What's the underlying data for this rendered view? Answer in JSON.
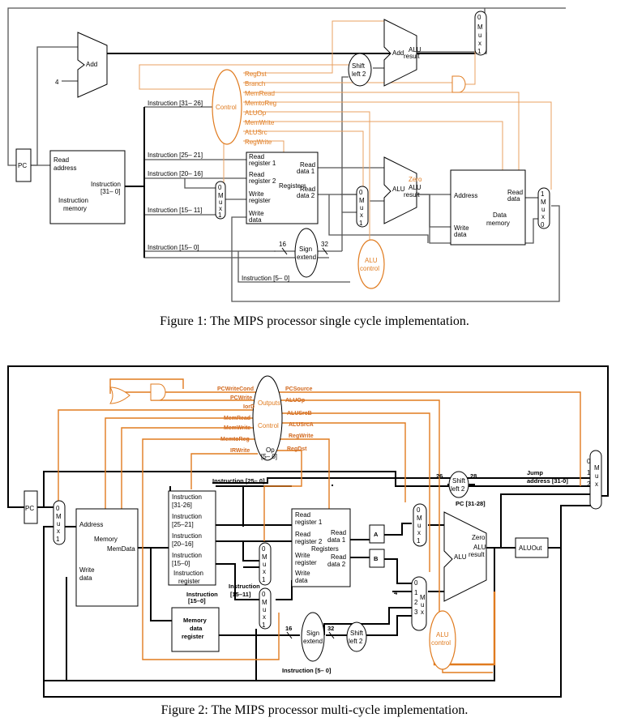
{
  "figure1": {
    "caption": "Figure 1: The MIPS processor single cycle implementation.",
    "pc": "PC",
    "add": "Add",
    "four": "4",
    "instr_mem": {
      "read_address": "Read",
      "read_address2": "address",
      "instruction": "Instruction",
      "instruction_bits": "[31– 0]",
      "name1": "Instruction",
      "name2": "memory"
    },
    "control": "Control",
    "control_signals": [
      "RegDst",
      "Branch",
      "MemRead",
      "MemtoReg",
      "ALUOp",
      "MemWrite",
      "ALUSrc",
      "RegWrite"
    ],
    "instr_fields": [
      "Instruction [31– 26]",
      "Instruction [25– 21]",
      "Instruction [20– 16]",
      "Instruction [15– 11]",
      "Instruction [15– 0]",
      "Instruction [5– 0]"
    ],
    "registers": {
      "read_reg1a": "Read",
      "read_reg1b": "register 1",
      "read_reg2a": "Read",
      "read_reg2b": "register 2",
      "write_rega": "Write",
      "write_regb": "register",
      "write_data_a": "Write",
      "write_data_b": "data",
      "read_data1a": "Read",
      "read_data1b": "data 1",
      "read_data2a": "Read",
      "read_data2b": "data 2",
      "name": "Registers"
    },
    "shift_left": [
      "Shift",
      "left 2"
    ],
    "alu_add": {
      "add": "Add",
      "result1": "ALU",
      "result2": "result"
    },
    "alu": {
      "name": "ALU",
      "zero": "Zero",
      "result1": "ALU",
      "result2": "result"
    },
    "data_mem": {
      "address": "Address",
      "read_data1": "Read",
      "read_data2": "data",
      "write_data1": "Write",
      "write_data2": "data",
      "name1": "Data",
      "name2": "memory"
    },
    "sign_extend": [
      "Sign",
      "extend"
    ],
    "bits16": "16",
    "bits32": "32",
    "alu_control": [
      "ALU",
      "control"
    ],
    "mux_letters": [
      "M",
      "u",
      "x"
    ]
  },
  "figure2": {
    "caption": "Figure 2: The MIPS processor multi-cycle implementation.",
    "pc": "PC",
    "control_signals_left": [
      "PCWriteCond",
      "PCWrite",
      "IorD",
      "MemRead",
      "MemWrite",
      "MemtoReg",
      "IRWrite"
    ],
    "control_signals_right": [
      "PCSource",
      "ALUOp",
      "ALUSrcB",
      "ALUSrcA",
      "RegWrite",
      "RegDst"
    ],
    "control": {
      "outputs": "Outputs",
      "name": "Control",
      "op": "Op",
      "op_bits": "[5– 0]"
    },
    "memory": {
      "address": "Address",
      "name": "Memory",
      "memdata": "MemData",
      "write_data1": "Write",
      "write_data2": "data"
    },
    "instr_reg": {
      "f1a": "Instruction",
      "f1b": "[31-26]",
      "f2a": "Instruction",
      "f2b": "[25–21]",
      "f3a": "Instruction",
      "f3b": "[20–16]",
      "f4a": "Instruction",
      "f4b": "[15–0]",
      "name1": "Instruction",
      "name2": "register"
    },
    "instr_25_0": "Instruction [25– 0]",
    "instr_15_11a": "Instruction",
    "instr_15_11b": "[15–11]",
    "instr_15_0a": "Instruction",
    "instr_15_0b": "[15–0]",
    "instr_5_0": "Instruction [5– 0]",
    "mdr": [
      "Memory",
      "data",
      "register"
    ],
    "registers": {
      "r1a": "Read",
      "r1b": "register 1",
      "r2a": "Read",
      "r2b": "register 2",
      "wa": "Write",
      "wb": "register",
      "wda": "Write",
      "wdb": "data",
      "rd1a": "Read",
      "rd1b": "data 1",
      "rd2a": "Read",
      "rd2b": "data 2",
      "name": "Registers"
    },
    "a": "A",
    "b": "B",
    "four": "4",
    "alu": {
      "name": "ALU",
      "zero": "Zero",
      "r1": "ALU",
      "r2": "result"
    },
    "aluout": "ALUOut",
    "sign_extend": [
      "Sign",
      "extend"
    ],
    "shift_left": [
      "Shift",
      "left 2"
    ],
    "bits16": "16",
    "bits32": "32",
    "bits26": "26",
    "bits28": "28",
    "pc_31_28": "PC [31-28]",
    "jump_address": [
      "Jump",
      "address [31-0]"
    ],
    "alu_control": [
      "ALU",
      "control"
    ],
    "mux_letters": [
      "M",
      "u",
      "x"
    ]
  },
  "colors": {
    "orange": "#e07b1f",
    "dark_orange": "#d2691e",
    "line": "#000000",
    "gray": "#707070"
  }
}
